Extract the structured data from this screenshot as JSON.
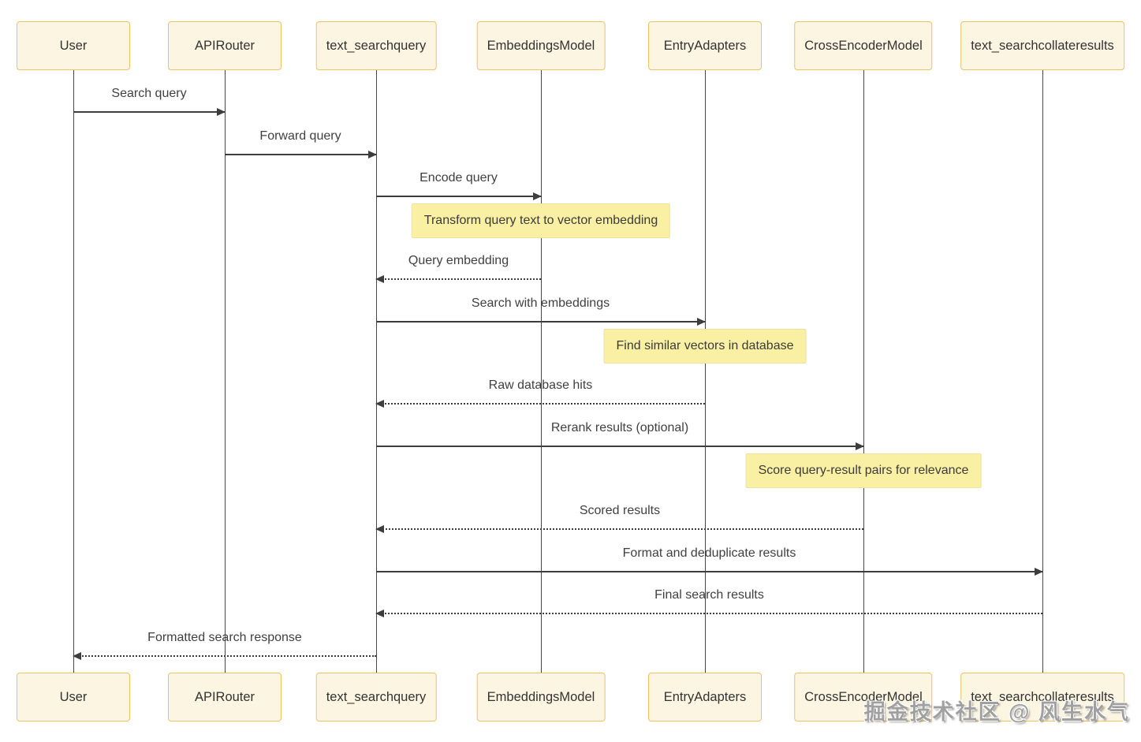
{
  "diagram": {
    "type": "sequence-diagram",
    "actors": [
      {
        "id": "user",
        "label": "User"
      },
      {
        "id": "apirouter",
        "label": "APIRouter"
      },
      {
        "id": "text-searchquery",
        "label": "text_searchquery"
      },
      {
        "id": "embeddingsmodel",
        "label": "EmbeddingsModel"
      },
      {
        "id": "entryadapters",
        "label": "EntryAdapters"
      },
      {
        "id": "crossencodermodel",
        "label": "CrossEncoderModel"
      },
      {
        "id": "text-searchcollateresults",
        "label": "text_searchcollateresults"
      }
    ],
    "messages": [
      {
        "from": "User",
        "to": "APIRouter",
        "label": "Search query",
        "style": "solid"
      },
      {
        "from": "APIRouter",
        "to": "text_searchquery",
        "label": "Forward query",
        "style": "solid"
      },
      {
        "from": "text_searchquery",
        "to": "EmbeddingsModel",
        "label": "Encode query",
        "style": "solid"
      },
      {
        "from": "EmbeddingsModel",
        "to": "text_searchquery",
        "label": "Query embedding",
        "style": "dashed"
      },
      {
        "from": "text_searchquery",
        "to": "EntryAdapters",
        "label": "Search with embeddings",
        "style": "solid"
      },
      {
        "from": "EntryAdapters",
        "to": "text_searchquery",
        "label": "Raw database hits",
        "style": "dashed"
      },
      {
        "from": "text_searchquery",
        "to": "CrossEncoderModel",
        "label": "Rerank results (optional)",
        "style": "solid"
      },
      {
        "from": "CrossEncoderModel",
        "to": "text_searchquery",
        "label": "Scored results",
        "style": "dashed"
      },
      {
        "from": "text_searchquery",
        "to": "text_searchcollateresults",
        "label": "Format and deduplicate results",
        "style": "solid"
      },
      {
        "from": "text_searchcollateresults",
        "to": "text_searchquery",
        "label": "Final search results",
        "style": "dashed"
      },
      {
        "from": "text_searchquery",
        "to": "User",
        "label": "Formatted search response",
        "style": "dashed"
      }
    ],
    "notes": [
      {
        "over": "EmbeddingsModel",
        "label": "Transform query text to vector embedding"
      },
      {
        "over": "EntryAdapters",
        "label": "Find similar vectors in database"
      },
      {
        "over": "CrossEncoderModel",
        "label": "Score query-result pairs for relevance"
      }
    ],
    "colors": {
      "background": "#ffffff",
      "actor_fill": "#fcf5e1",
      "actor_border": "#ecc363",
      "note_fill": "#faf0a3",
      "line": "#3d3d3d",
      "text": "#333333"
    },
    "watermark": "掘金技术社区 @ 风生水气"
  }
}
